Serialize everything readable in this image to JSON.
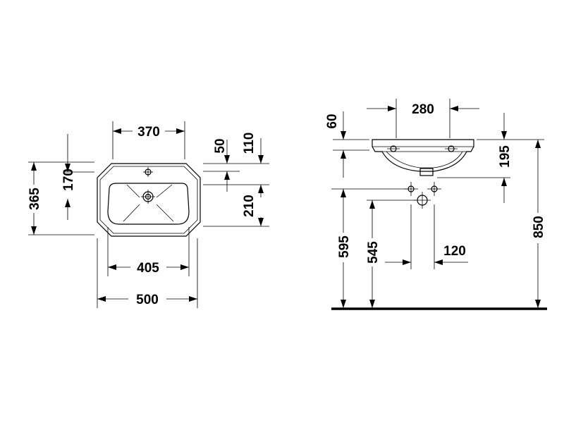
{
  "dimensions": {
    "top_width_370": "370",
    "top_50": "50",
    "top_110": "110",
    "top_170": "170",
    "top_365": "365",
    "top_210": "210",
    "top_405": "405",
    "top_500": "500",
    "side_280": "280",
    "side_60": "60",
    "side_195": "195",
    "side_595": "595",
    "side_545": "545",
    "side_120": "120",
    "side_850": "850"
  }
}
